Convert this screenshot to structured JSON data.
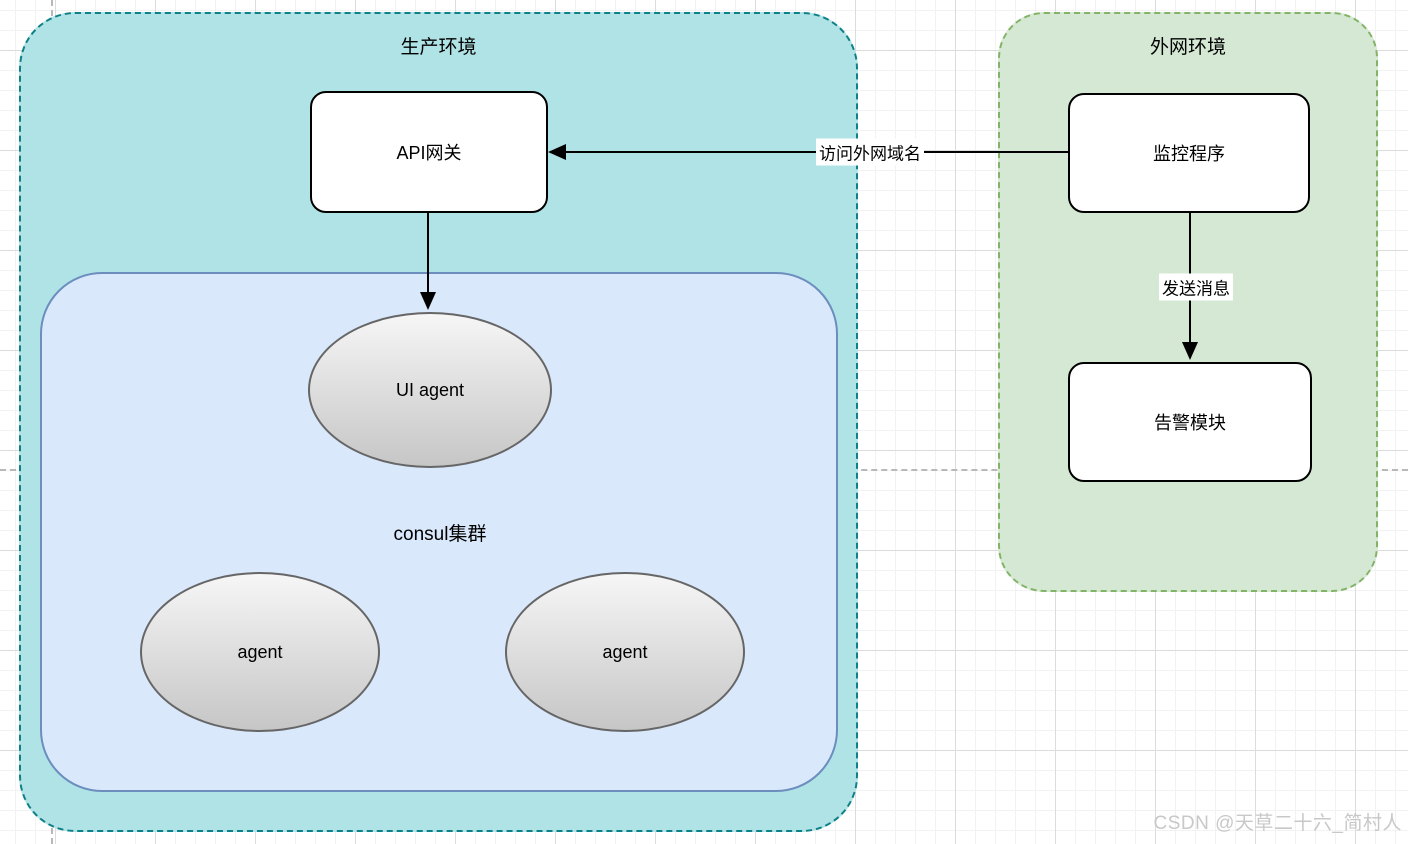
{
  "diagram": {
    "production_env": {
      "title": "生产环境"
    },
    "external_env": {
      "title": "外网环境"
    },
    "consul_cluster": {
      "title": "consul集群"
    },
    "nodes": {
      "api_gateway": {
        "label": "API网关"
      },
      "monitor": {
        "label": "监控程序"
      },
      "alert": {
        "label": "告警模块"
      },
      "ui_agent": {
        "label": "UI agent"
      },
      "agent1": {
        "label": "agent"
      },
      "agent2": {
        "label": "agent"
      }
    },
    "edges": {
      "monitor_to_gateway": {
        "label": "访问外网域名"
      },
      "monitor_to_alert": {
        "label": "发送消息"
      },
      "gateway_to_ui_agent": {
        "label": ""
      }
    }
  },
  "watermark": {
    "text": "CSDN @天草二十六_简村人"
  },
  "colors": {
    "teal-bg": "#b0e3e6",
    "teal-border": "#0e8088",
    "green-bg": "#d5e8d4",
    "green-border": "#82b366",
    "blue-bg": "#dae8fc",
    "blue-border": "#6c8ebf",
    "node-bg": "#ffffff",
    "node-border": "#000000",
    "ellipse-top": "#f6f6f6",
    "ellipse-bottom": "#c6c6c6",
    "ellipse-border": "#666666",
    "arrow": "#000000",
    "boundary": "#b8b8b8",
    "grid-minor": "#f2f2f2",
    "grid-major": "#dcdcdc",
    "watermark": "#c8c8c8"
  }
}
